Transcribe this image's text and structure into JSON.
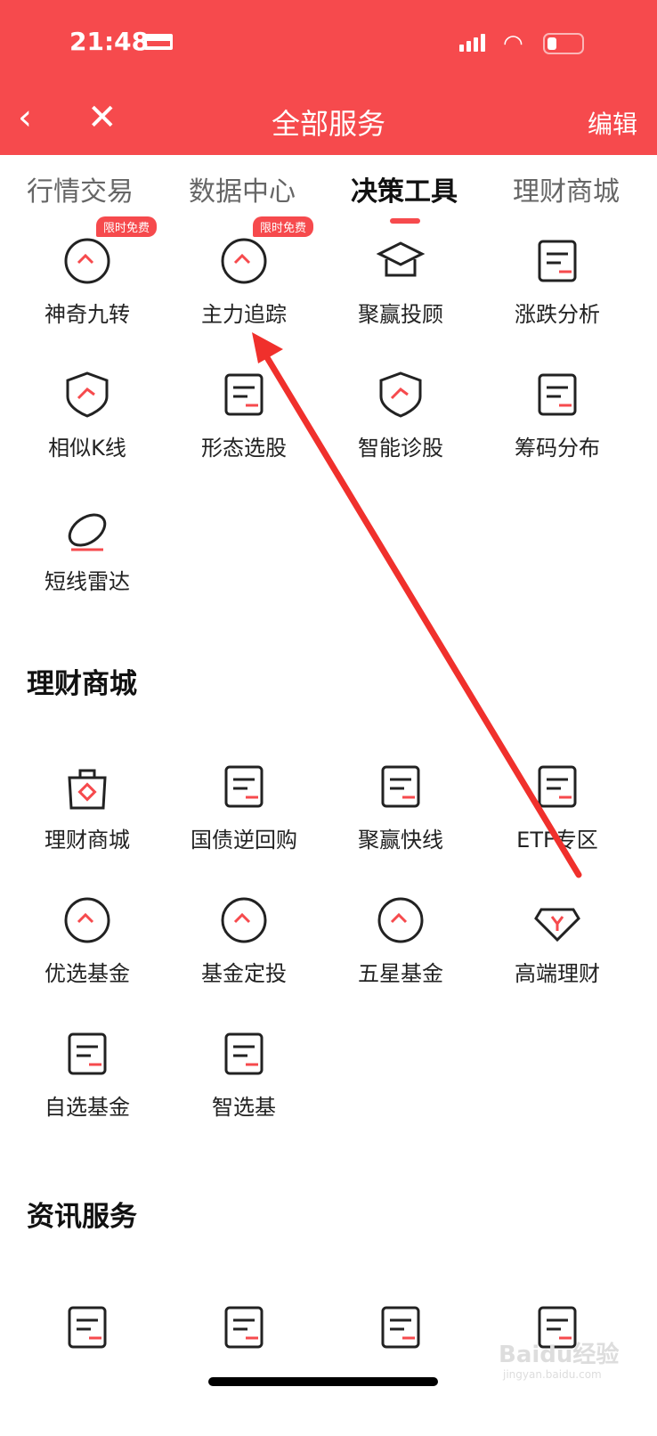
{
  "status": {
    "time": "21:48"
  },
  "nav": {
    "title": "全部服务",
    "edit": "编辑"
  },
  "tabs": [
    {
      "label": "行情交易"
    },
    {
      "label": "数据中心"
    },
    {
      "label": "决策工具",
      "active": true
    },
    {
      "label": "理财商城"
    }
  ],
  "colors": {
    "brand": "#f64a4d"
  },
  "sections": [
    {
      "title": "",
      "items": [
        {
          "label": "神奇九转",
          "icon": "share-circle-icon",
          "badge": "限时免费"
        },
        {
          "label": "主力追踪",
          "icon": "shuffle-circle-icon",
          "badge": "限时免费"
        },
        {
          "label": "聚赢投顾",
          "icon": "graduation-cap-icon"
        },
        {
          "label": "涨跌分析",
          "icon": "sort-search-icon"
        },
        {
          "label": "相似K线",
          "icon": "shield-candles-icon"
        },
        {
          "label": "形态选股",
          "icon": "chart-search-icon"
        },
        {
          "label": "智能诊股",
          "icon": "shield-trend-icon"
        },
        {
          "label": "筹码分布",
          "icon": "document-pie-icon"
        },
        {
          "label": "短线雷达",
          "icon": "radar-dish-icon"
        }
      ]
    },
    {
      "title": "理财商城",
      "items": [
        {
          "label": "理财商城",
          "icon": "shopping-bag-icon"
        },
        {
          "label": "国债逆回购",
          "icon": "return-tray-icon"
        },
        {
          "label": "聚赢快线",
          "icon": "hand-coin-icon"
        },
        {
          "label": "ETF专区",
          "icon": "etf-banner-icon"
        },
        {
          "label": "优选基金",
          "icon": "diamond-circle-icon"
        },
        {
          "label": "基金定投",
          "icon": "alarm-clock-yen-icon"
        },
        {
          "label": "五星基金",
          "icon": "star-medal-icon"
        },
        {
          "label": "高端理财",
          "icon": "diamond-yen-icon"
        },
        {
          "label": "自选基金",
          "icon": "folder-star-icon"
        },
        {
          "label": "智选基",
          "icon": "document-search-icon"
        }
      ]
    },
    {
      "title": "资讯服务",
      "items": [
        {
          "label": "",
          "icon": "newspaper-icon"
        },
        {
          "label": "",
          "icon": "video-camera-icon"
        },
        {
          "label": "",
          "icon": "document-plus-icon"
        },
        {
          "label": "",
          "icon": "open-book-icon"
        }
      ]
    }
  ],
  "watermark": {
    "brand": "Baidu经验",
    "url": "jingyan.baidu.com"
  }
}
